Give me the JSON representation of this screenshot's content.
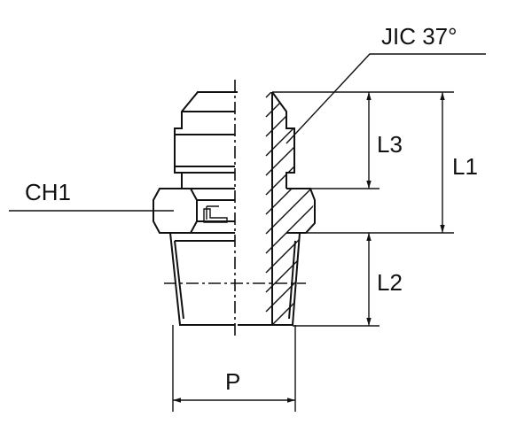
{
  "labels": {
    "thread": "JIC 37°",
    "hex": "CH1",
    "l1": "L1",
    "l2": "L2",
    "l3": "L3",
    "p": "P"
  }
}
